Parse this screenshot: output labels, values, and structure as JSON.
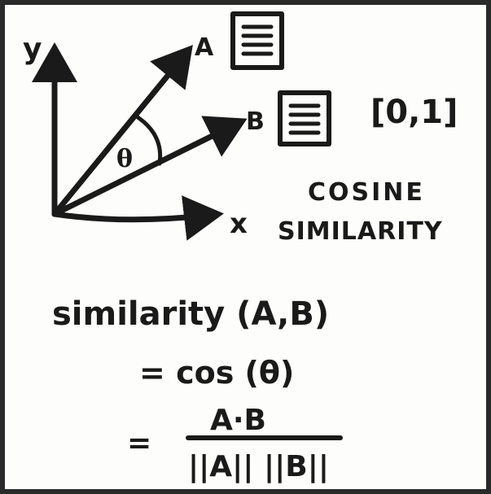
{
  "axes": {
    "y_label": "y",
    "x_label": "x"
  },
  "vectors": {
    "a_label": "A",
    "b_label": "B",
    "angle_label": "θ"
  },
  "range_label": "[0,1]",
  "title": {
    "line1": "COSINE",
    "line2": "SIMILARITY"
  },
  "formula": {
    "lhs": "similarity (A,B)",
    "line2": "= cos (θ)",
    "equals": "=",
    "numerator": "A·B",
    "denominator": "||A|| ||B||"
  },
  "icons": [
    "document-a-icon",
    "document-b-icon"
  ],
  "colors": {
    "ink": "#1a1a1a",
    "paper": "#fdfdfb",
    "border": "#2a2a2a"
  }
}
